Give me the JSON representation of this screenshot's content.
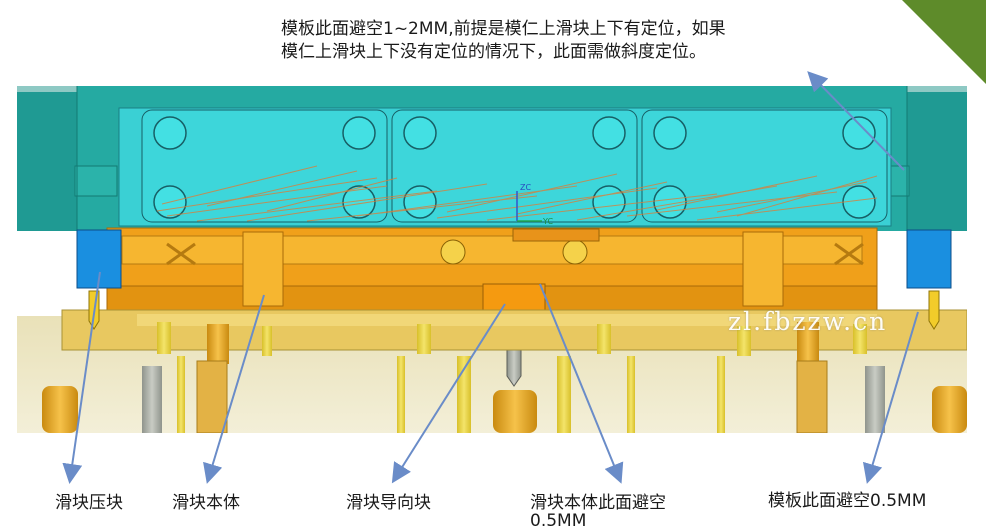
{
  "top_note": {
    "line1": "模板此面避空1~2MM,前提是模仁上滑块上下有定位，如果",
    "line2": "模仁上滑块上下没有定位的情况下，此面需做斜度定位。"
  },
  "labels": {
    "slider_press_block": "滑块压块",
    "slider_body": "滑块本体",
    "slider_guide_block": "滑块导向块",
    "slider_body_clearance": "滑块本体此面避空",
    "slider_body_clearance_value": "0.5MM",
    "template_clearance": "模板此面避空0.5MM"
  },
  "axis": {
    "z": "ZC",
    "y": "YC"
  },
  "watermark": "zl.fbzzw.cn",
  "colors": {
    "accent_green": "#5e8b2a",
    "cyan_insert": "#3ad0d4",
    "teal_plate": "#1f9a93",
    "orange_slider": "#f0a01a",
    "blue_block": "#1a8fe0",
    "arrow": "#6a8cc8"
  }
}
